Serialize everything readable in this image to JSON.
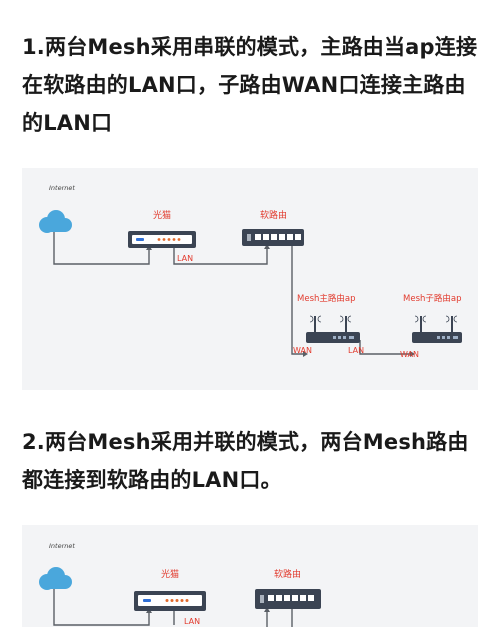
{
  "section1": {
    "heading_lines": [
      "1.两台Mesh采用串联的模式，主路由当ap连接",
      "在软路由的LAN口，子路由WAN口连接主路由",
      "的LAN口"
    ],
    "diagram": {
      "internet": "Internet",
      "modem": "光猫",
      "router": "软路由",
      "lan": "LAN",
      "main_mesh": "Mesh主路由ap",
      "sub_mesh": "Mesh子路由ap",
      "wan": "WAN"
    }
  },
  "section2": {
    "heading_lines": [
      "2.两台Mesh采用并联的模式，两台Mesh路由",
      "都连接到软路由的LAN口。"
    ],
    "diagram": {
      "internet": "Internet",
      "modem": "光猫",
      "router": "软路由",
      "lan": "LAN"
    }
  },
  "colors": {
    "label_red": "#e23b2e",
    "cloud_blue": "#4aa7dc",
    "device_dark": "#3b4453",
    "line_gray": "#5a5f66",
    "panel_bg": "#f3f4f6"
  }
}
